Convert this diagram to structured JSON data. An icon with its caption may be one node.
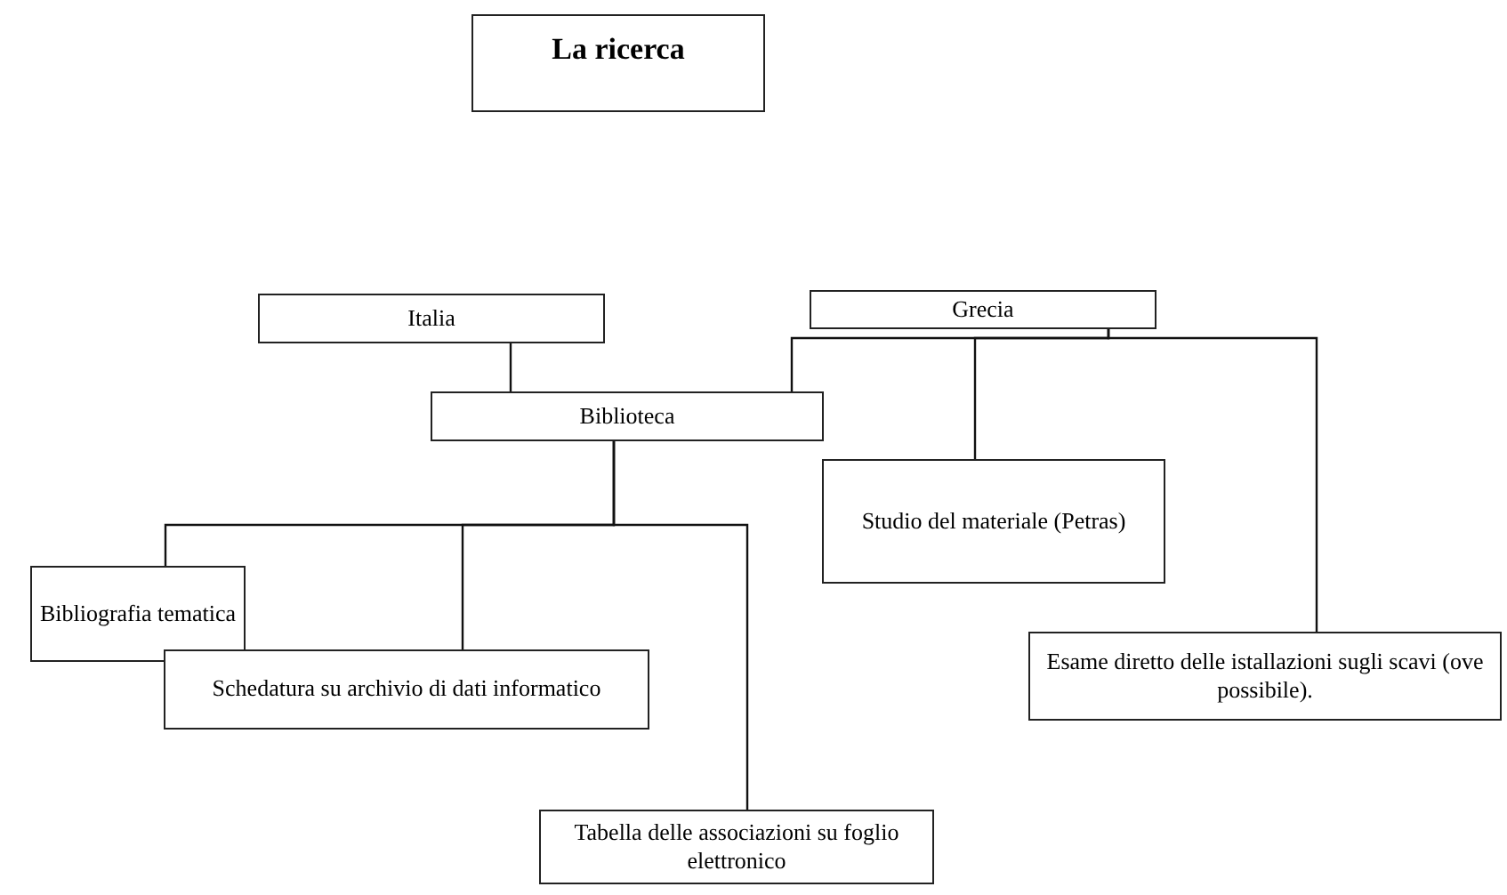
{
  "diagram": {
    "nodes": [
      {
        "text": [
          "La ricerca"
        ]
      },
      {
        "text": [
          "Italia"
        ]
      },
      {
        "text": [
          "Grecia"
        ]
      },
      {
        "text": [
          "Biblioteca"
        ]
      },
      {
        "text": [
          "Studio del materiale (Petras)"
        ]
      },
      {
        "text": [
          "Bibliografia tematica"
        ]
      },
      {
        "text": [
          "Esame diretto delle istallazioni sugli scavi (ove possibile)."
        ]
      },
      {
        "text": [
          "Schedatura su archivio di dati informatico"
        ]
      },
      {
        "text": [
          "Tabella delle associazioni su foglio elettronico"
        ]
      }
    ],
    "edges": [
      {
        "from": 1,
        "to": 3,
        "arrow": "none"
      },
      {
        "from": 2,
        "to": 3,
        "arrow": "none"
      },
      {
        "from": 2,
        "to": 4,
        "arrow": "none"
      },
      {
        "from": 2,
        "to": 6,
        "arrow": "none"
      },
      {
        "from": 3,
        "to": 5,
        "arrow": "none"
      },
      {
        "from": 3,
        "to": 7,
        "arrow": "none"
      },
      {
        "from": 3,
        "to": 8,
        "arrow": "none"
      }
    ]
  }
}
